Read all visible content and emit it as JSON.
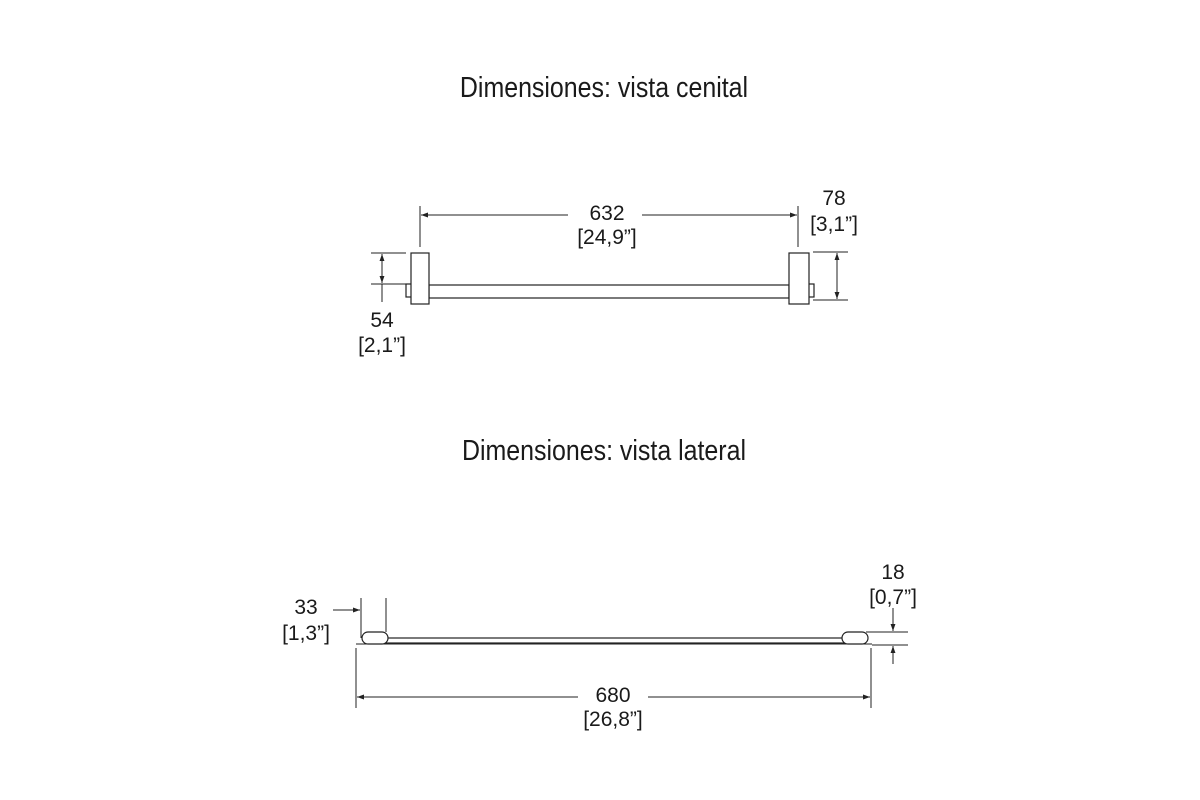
{
  "top_view": {
    "title": "Dimensiones: vista cenital",
    "length": {
      "mm": "632",
      "inch": "[24,9”]"
    },
    "depth": {
      "mm": "78",
      "inch": "[3,1”]"
    },
    "height": {
      "mm": "54",
      "inch": "[2,1”]"
    }
  },
  "side_view": {
    "title": "Dimensiones: vista lateral",
    "end_offset": {
      "mm": "33",
      "inch": "[1,3”]"
    },
    "thickness": {
      "mm": "18",
      "inch": "[0,7”]"
    },
    "total_length": {
      "mm": "680",
      "inch": "[26,8”]"
    }
  }
}
